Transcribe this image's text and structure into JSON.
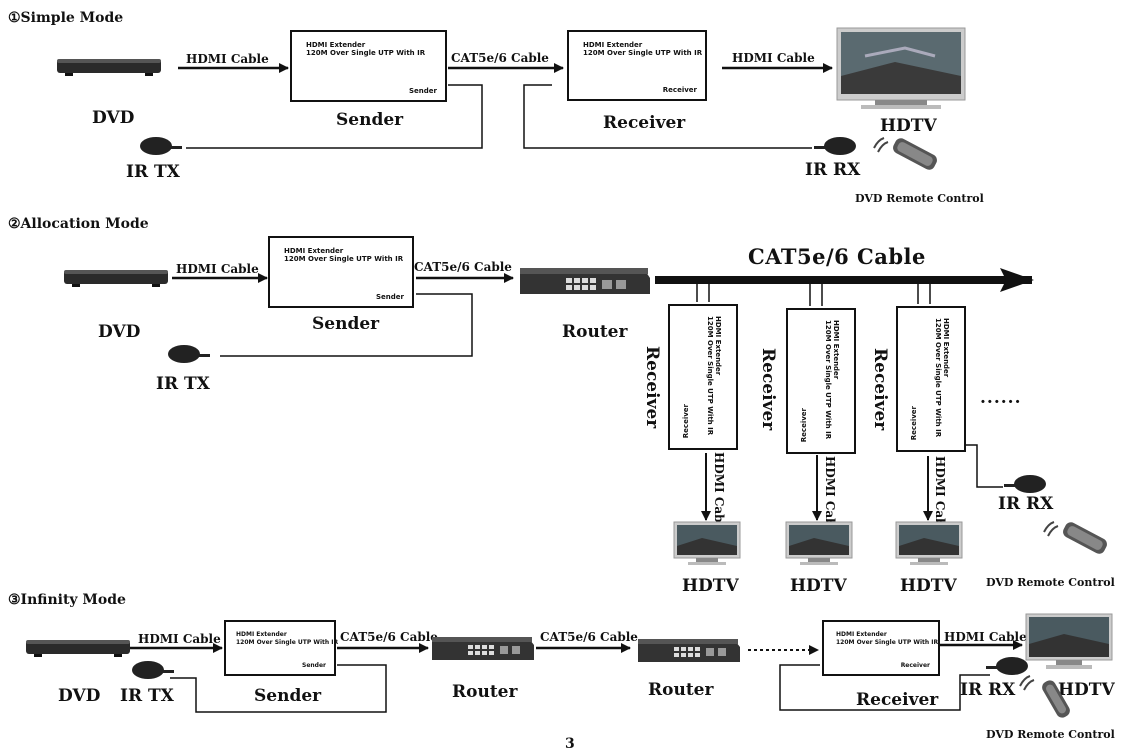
{
  "modes": {
    "simple": "①Simple Mode",
    "allocation": "②Allocation Mode",
    "infinity": "③Infinity Mode"
  },
  "labels": {
    "hdmi_cable": "HDMI Cable",
    "cat_cable": "CAT5e/6 Cable",
    "cat_cable_big": "CAT5e/6 Cable",
    "dvd": "DVD",
    "ir_tx": "IR TX",
    "ir_rx": "IR RX",
    "sender": "Sender",
    "receiver": "Receiver",
    "router": "Router",
    "hdtv": "HDTV",
    "remote": "DVD Remote Control",
    "ellipsis": "......"
  },
  "device_box": {
    "line1": "HDMI Extender",
    "line2": "120M Over Single UTP With IR",
    "sender_tag": "Sender",
    "receiver_tag": "Receiver"
  },
  "page_number": "3",
  "icons": [
    "dvd-player-icon",
    "ir-emitter-icon",
    "ir-receiver-icon",
    "hdtv-icon",
    "router-icon",
    "remote-control-icon"
  ]
}
